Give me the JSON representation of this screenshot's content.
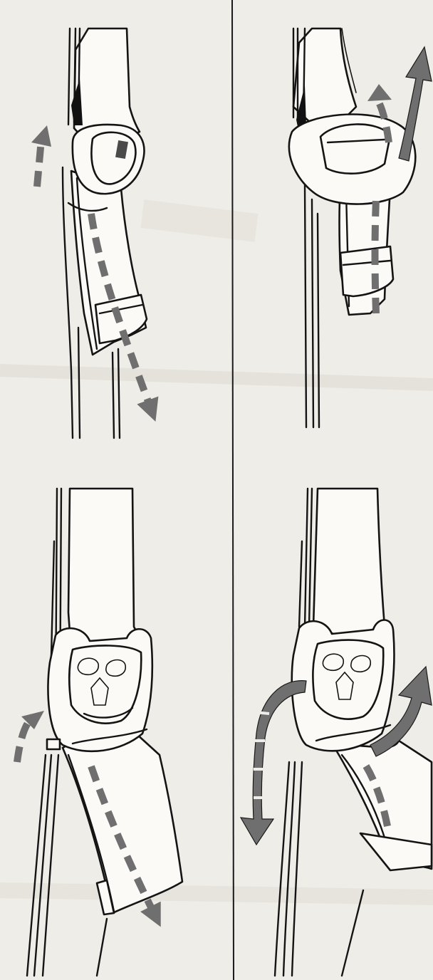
{
  "colors": {
    "paper": "#efede7",
    "strap_fill": "#fbfaf7",
    "ink": "#141414",
    "arrow_gray": "#6f6f6f"
  },
  "panels": [
    {
      "id": "top-left",
      "arrow_icons": [
        "dashed-arrow-down-icon",
        "dashed-arrow-up-icon"
      ]
    },
    {
      "id": "top-right",
      "arrow_icons": [
        "dashed-arrow-up-icon",
        "curved-arrow-up-icon"
      ]
    },
    {
      "id": "bottom-left",
      "arrow_icons": [
        "dashed-arrow-down-icon",
        "dashed-arrow-up-icon"
      ]
    },
    {
      "id": "bottom-right",
      "arrow_icons": [
        "curved-arrow-down-icon",
        "curved-arrow-up-icon",
        "dashed-arrow-up-icon"
      ]
    }
  ]
}
